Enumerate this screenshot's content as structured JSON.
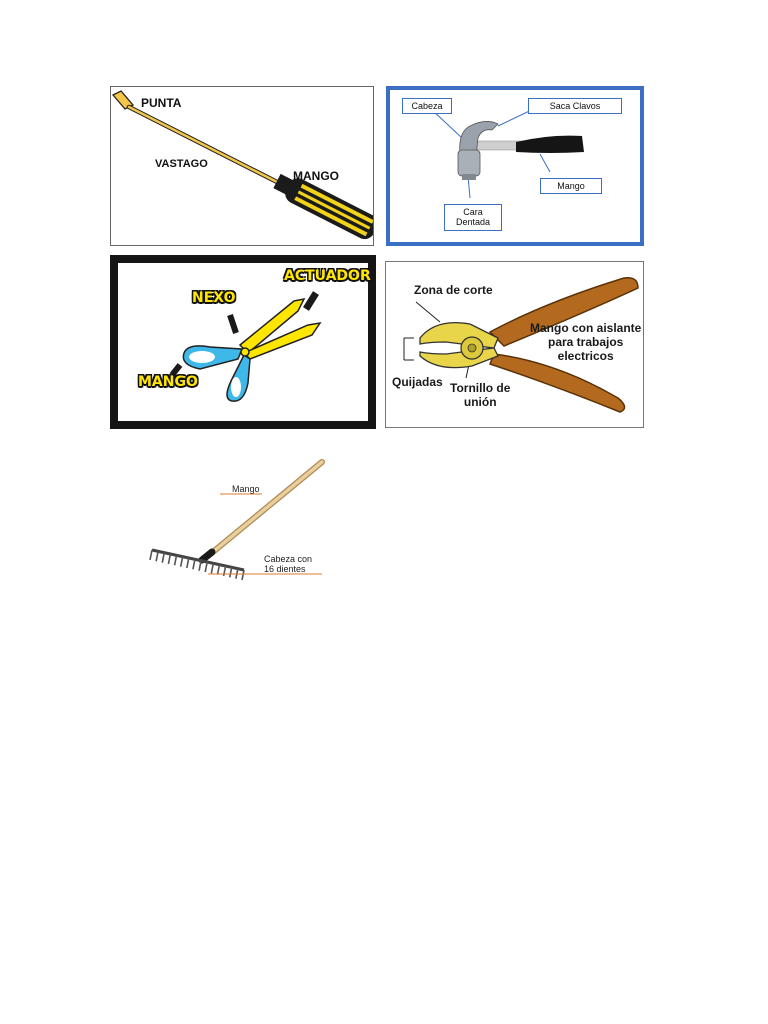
{
  "screwdriver": {
    "punta": "PUNTA",
    "vastago": "VASTAGO",
    "mango": "MANGO"
  },
  "hammer": {
    "cabeza": "Cabeza",
    "saca_clavos": "Saca Clavos",
    "mango": "Mango",
    "cara_line1": "Cara",
    "cara_line2": "Dentada"
  },
  "scissors": {
    "actuador": "ACTUADOR",
    "nexo": "NEXO",
    "mango": "MANGO"
  },
  "pliers": {
    "zona": "Zona de corte",
    "mango_line1": "Mango con aislante",
    "mango_line2": "para trabajos",
    "mango_line3": "electricos",
    "quijadas": "Quijadas",
    "tornillo_line1": "Tornillo de",
    "tornillo_line2": "unión"
  },
  "rake": {
    "mango": "Mango",
    "cabeza_line1": "Cabeza con",
    "cabeza_line2": "16 dientes"
  },
  "colors": {
    "yellow": "#ffe600",
    "cyan": "#3db8e8",
    "brown": "#b36a1f",
    "hammer_border": "#3a6fc4"
  }
}
